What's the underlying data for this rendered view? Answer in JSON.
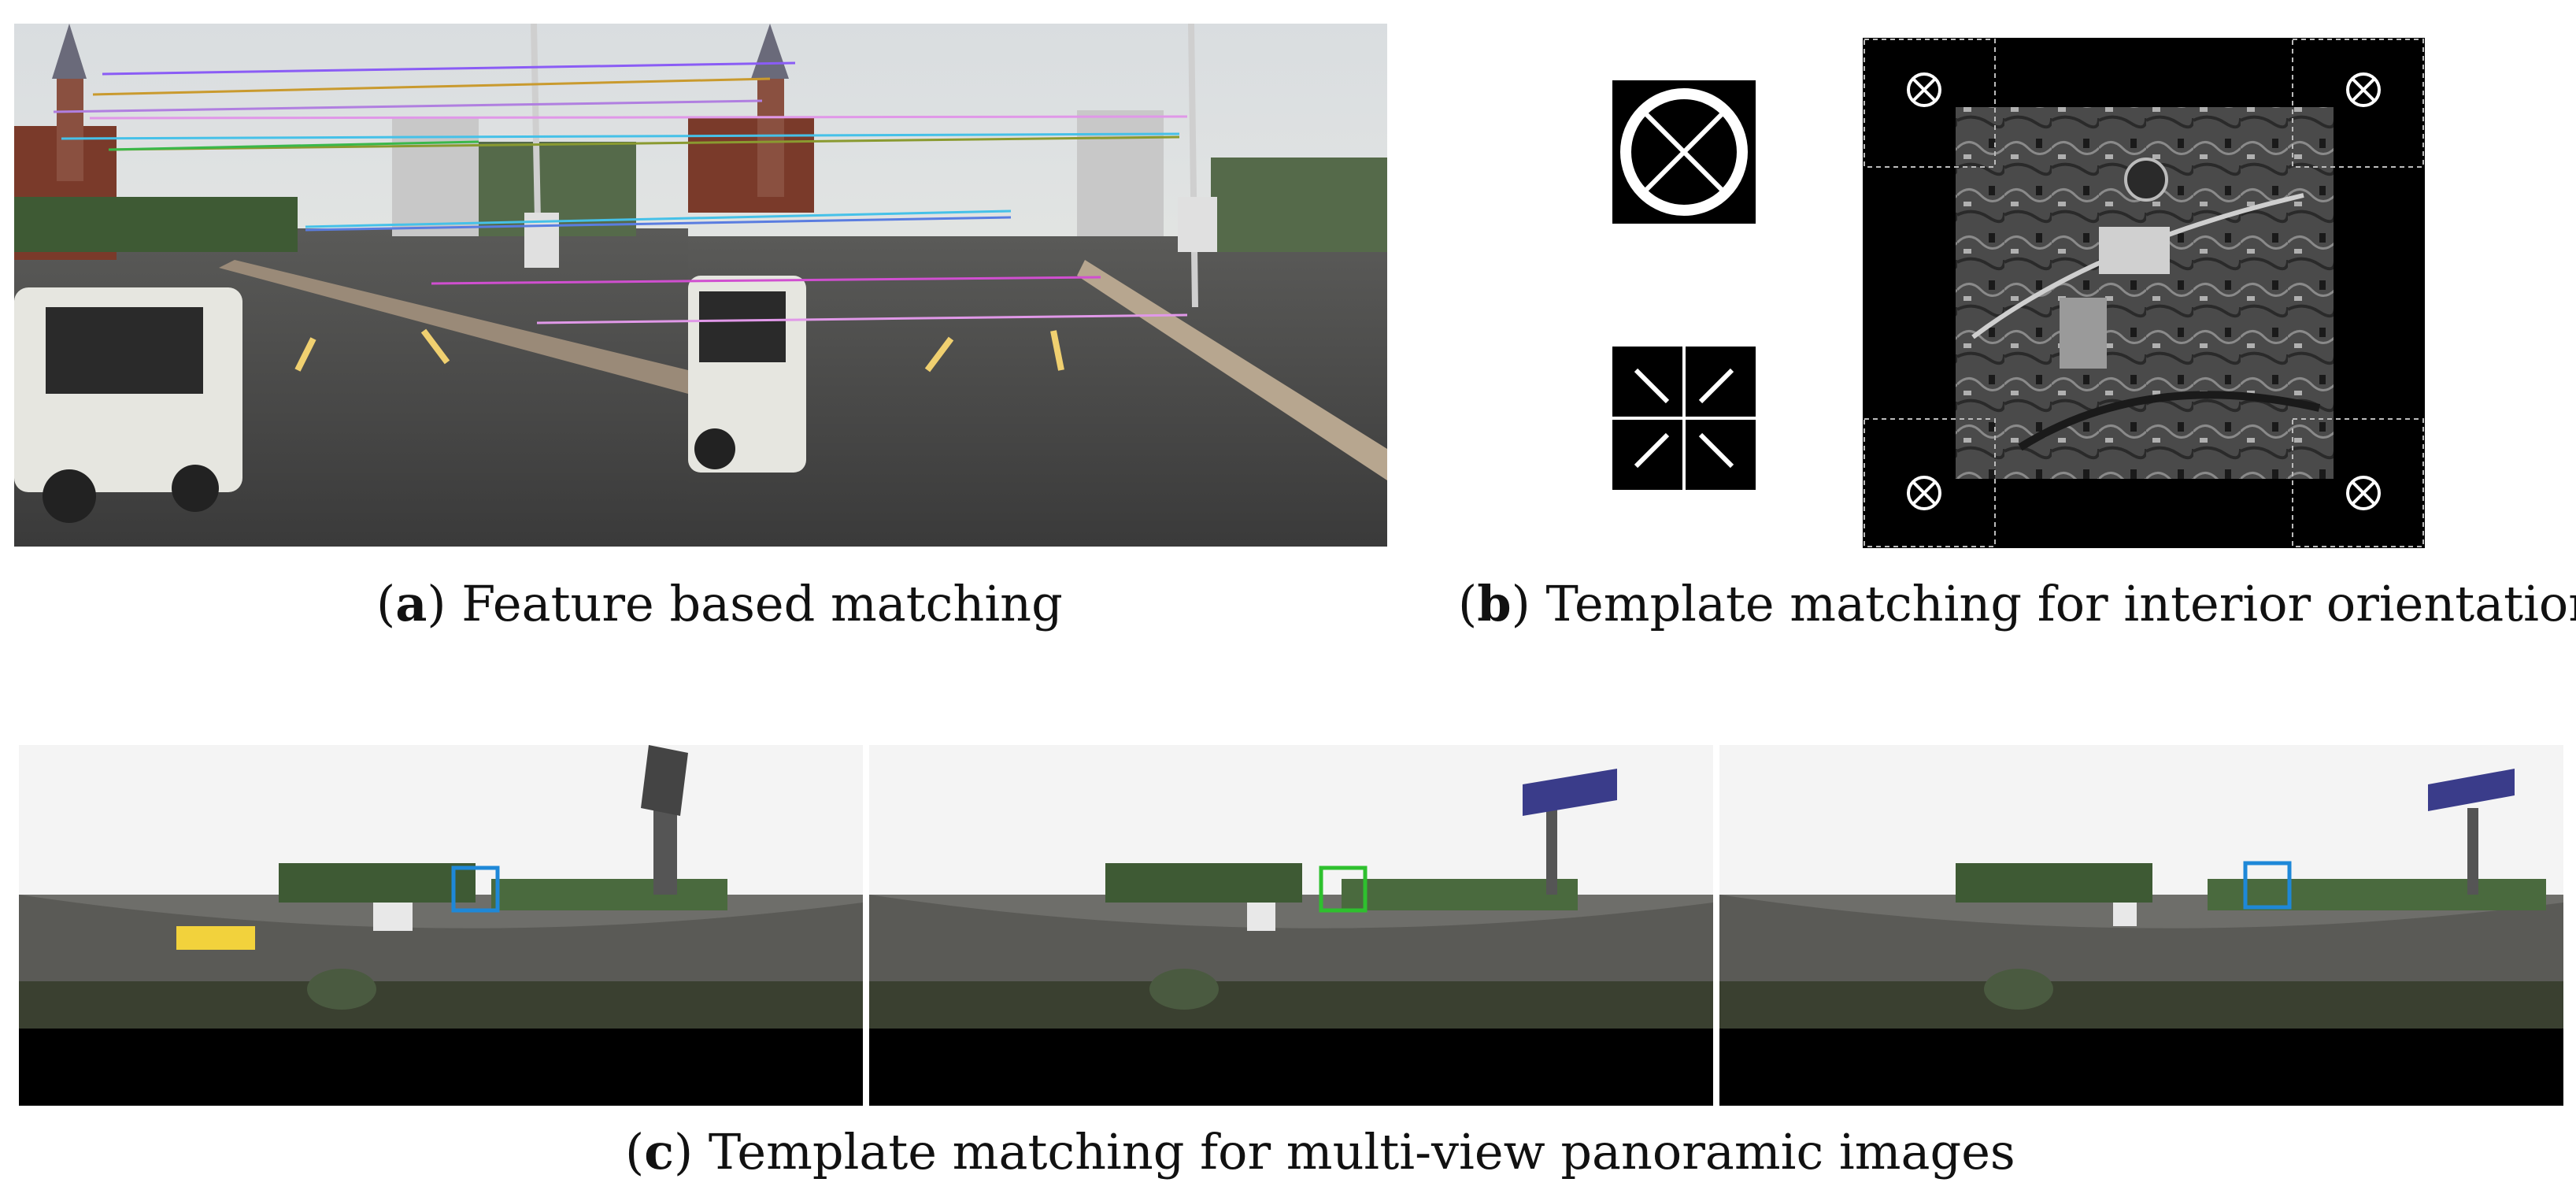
{
  "figure": {
    "caption_a": {
      "letter": "a",
      "text": ") Feature based matching",
      "open": "("
    },
    "caption_b": {
      "letter": "b",
      "text": ") Template matching for interior orientation",
      "open": "("
    },
    "caption_c": {
      "letter": "c",
      "text": ") Template matching for multi-view panoramic images",
      "open": "("
    }
  },
  "panel_a": {
    "left_image": "street-view-frame-left",
    "right_image": "street-view-frame-right",
    "match_line_colors": [
      "#8a5cf5",
      "#c99a2e",
      "#b07fe0",
      "#46c1e8",
      "#3ab84a",
      "#d04fd0",
      "#5a7de0",
      "#e098e8"
    ]
  },
  "panel_b": {
    "templates": [
      "circle-cross-template",
      "cross-template"
    ],
    "fiducial_image": "aerial-photo-with-fiducial-marks"
  },
  "panel_c": {
    "panoramas": [
      "panorama-view-1",
      "panorama-view-2",
      "panorama-view-3"
    ],
    "box_colors": [
      "#1e88d8",
      "#2ec02e",
      "#1e88d8"
    ]
  }
}
